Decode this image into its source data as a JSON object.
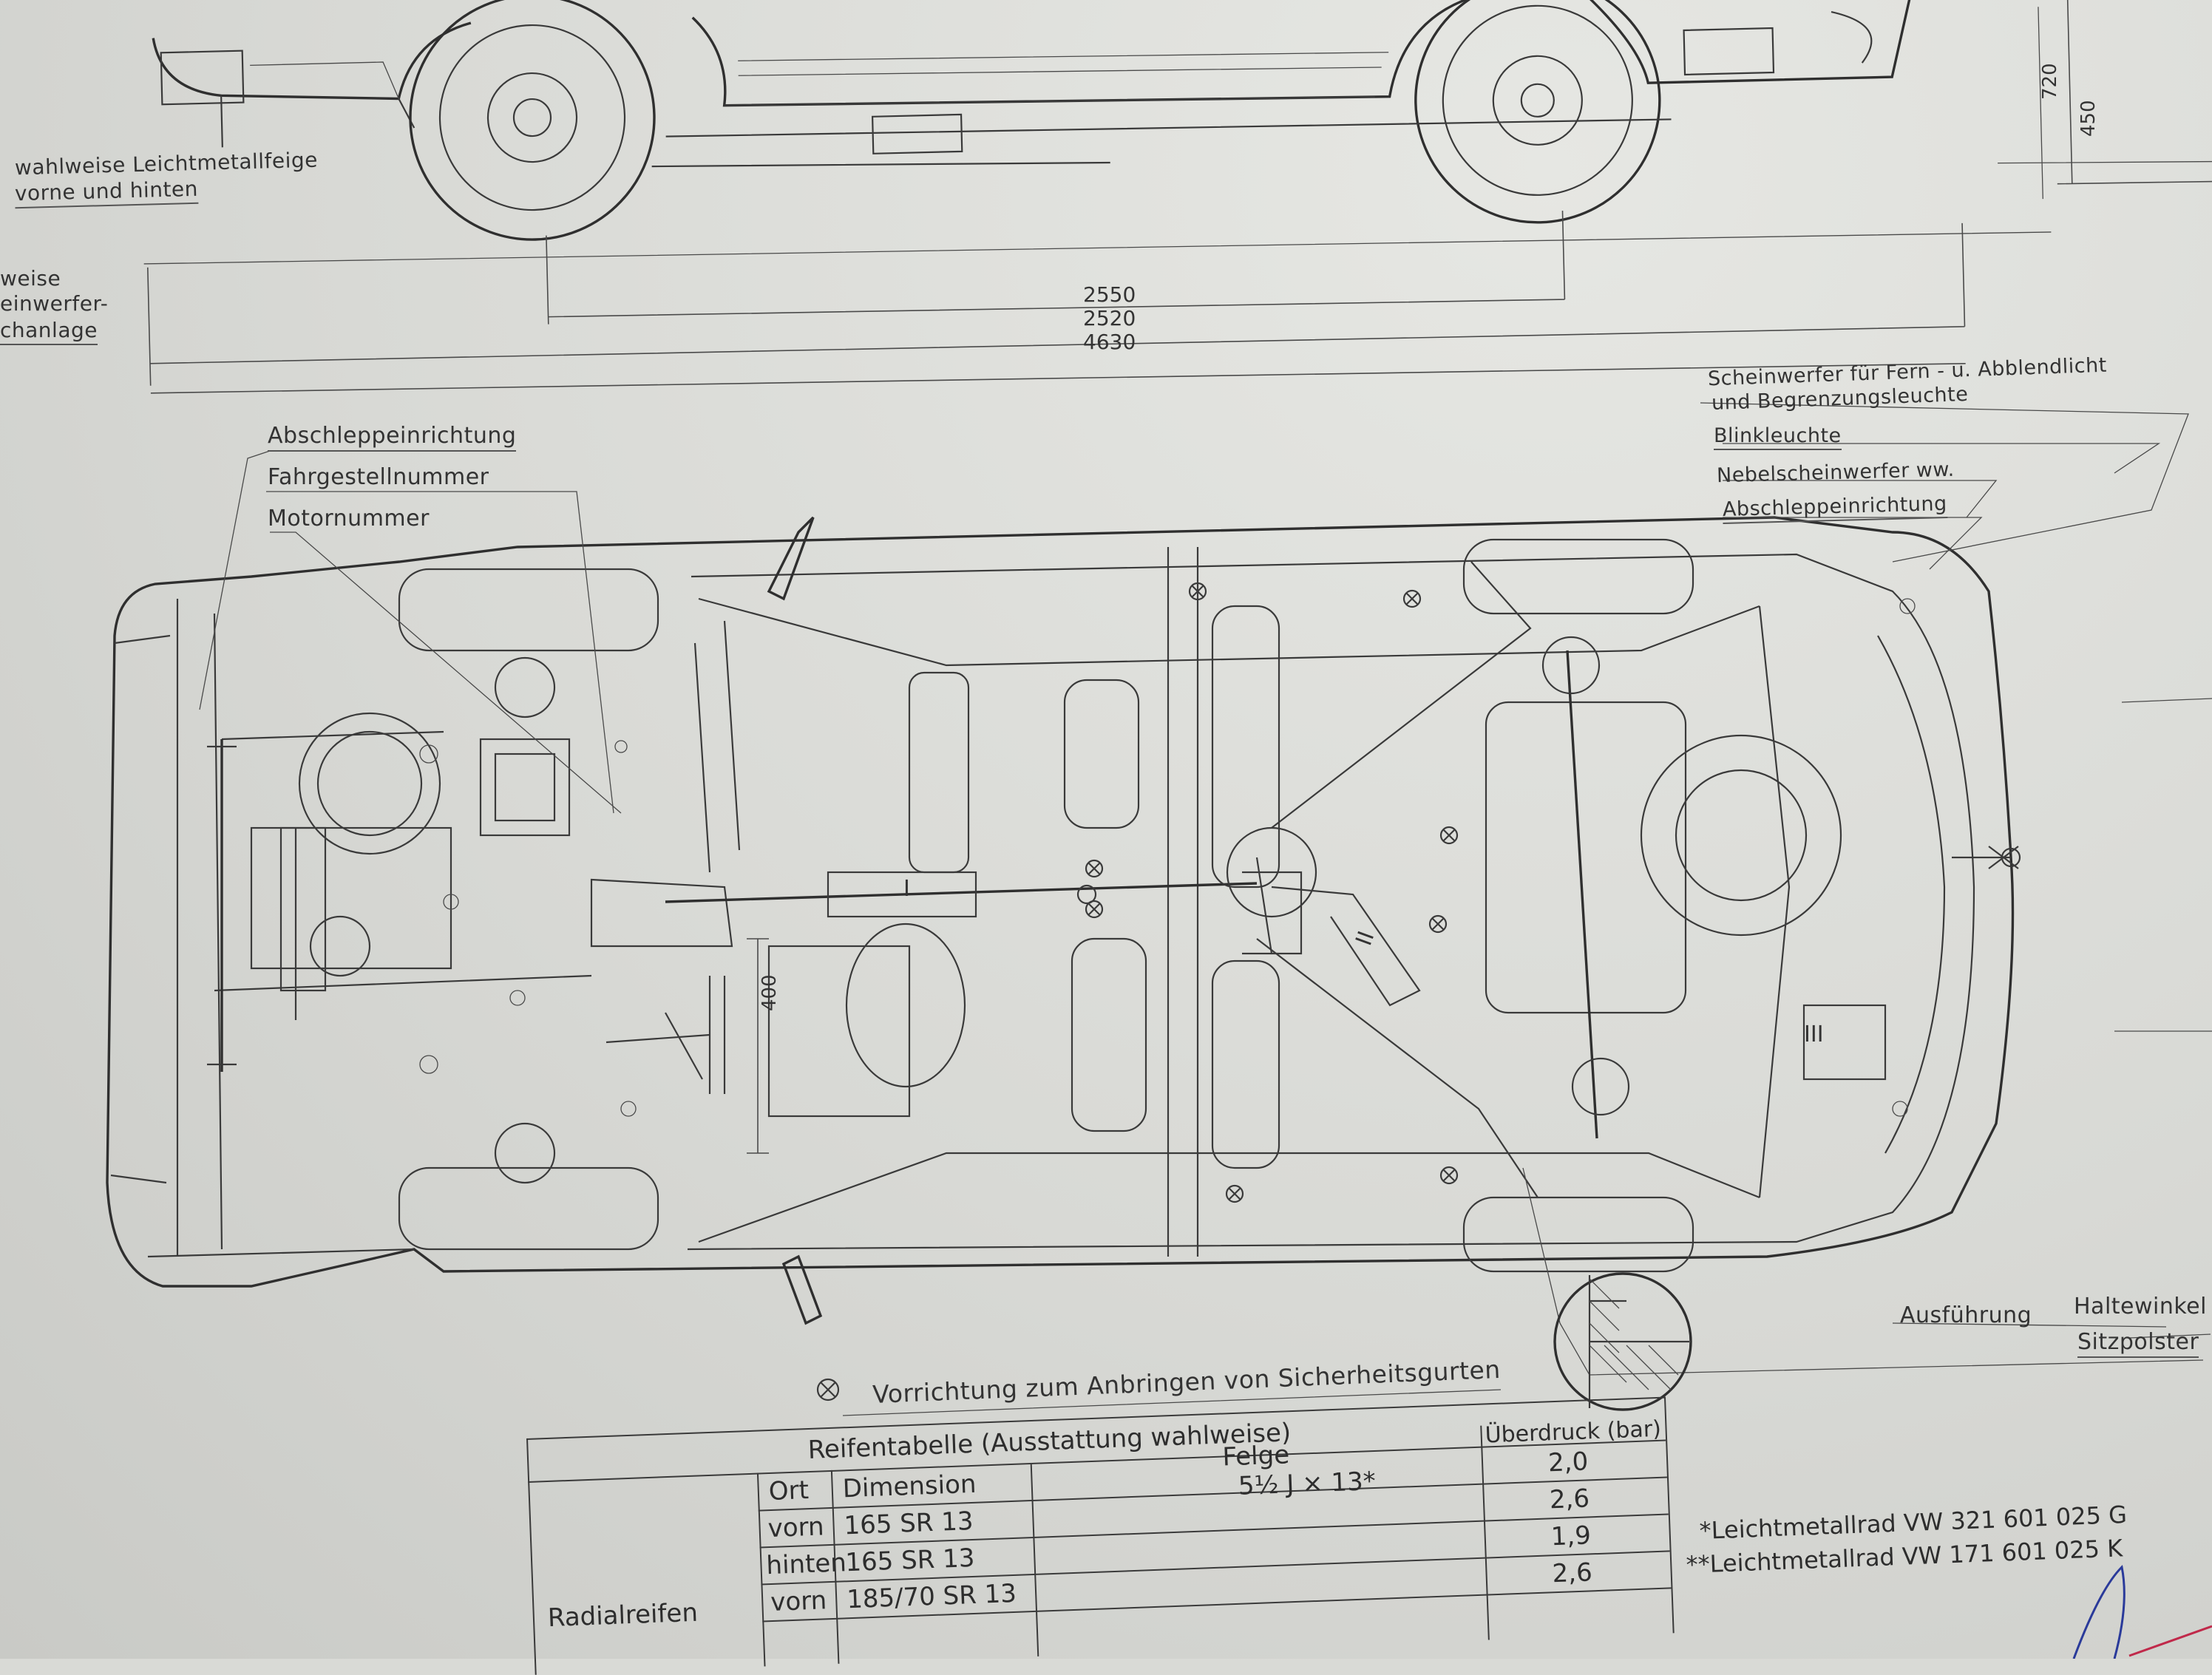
{
  "labels": {
    "leichtmetall_1": "wahlweise Leichtmetallfeige",
    "leichtmetall_2": "vorne und hinten",
    "wahlweise_1": "weise",
    "wahlweise_2": "einwerfer-",
    "wahlweise_3": "chanlage",
    "abschlepp_front": "Abschleppeinrichtung",
    "fahrgestellnummer": "Fahrgestellnummer",
    "motornummer": "Motornummer",
    "scheinwerfer_1": "Scheinwerfer für Fern - u. Abblendlicht",
    "scheinwerfer_2": "und Begrenzungsleuchte",
    "blinkleuchte": "Blinkleuchte",
    "nebelscheinwerfer": "Nebelscheinwerfer ww.",
    "abschlepp_rear": "Abschleppeinrichtung",
    "sicherheitsgurte": "Vorrichtung zum Anbringen von Sicherheitsgurten",
    "ausfuehrung": "Ausführung",
    "haltewinkel": "Haltewinkel",
    "sitzpolster": "Sitzpolster"
  },
  "dimensions": {
    "wheelbase": "2550",
    "dim_2": "2520",
    "overall_length": "4630",
    "height_720": "720",
    "height_450": "450",
    "width_400": "400"
  },
  "markers": {
    "belt_symbol": "⊗",
    "roman_1": "I",
    "roman_2": "II",
    "roman_3": "III"
  },
  "tire_table": {
    "title": "Reifentabelle  (Ausstattung wahlweise)",
    "headers": {
      "ort": "Ort",
      "dimension": "Dimension",
      "felge": "Felge",
      "ueberdruck": "Überdruck (bar)"
    },
    "row_group": "Radialreifen",
    "felge_value": "5½ J × 13*",
    "rows": [
      {
        "ort": "vorn",
        "dimension": "165 SR 13",
        "pressure": "2,0"
      },
      {
        "ort": "hinten",
        "dimension": "165 SR 13",
        "pressure": "2,6"
      },
      {
        "ort": "",
        "dimension": "",
        "pressure": "1,9"
      },
      {
        "ort": "vorn",
        "dimension": "185/70 SR 13",
        "pressure": "2,6"
      }
    ]
  },
  "wheel_notes": {
    "note_1": "*Leichtmetallrad  VW 321 601 025 G",
    "note_2": "**Leichtmetallrad  VW 171 601 025 K"
  }
}
